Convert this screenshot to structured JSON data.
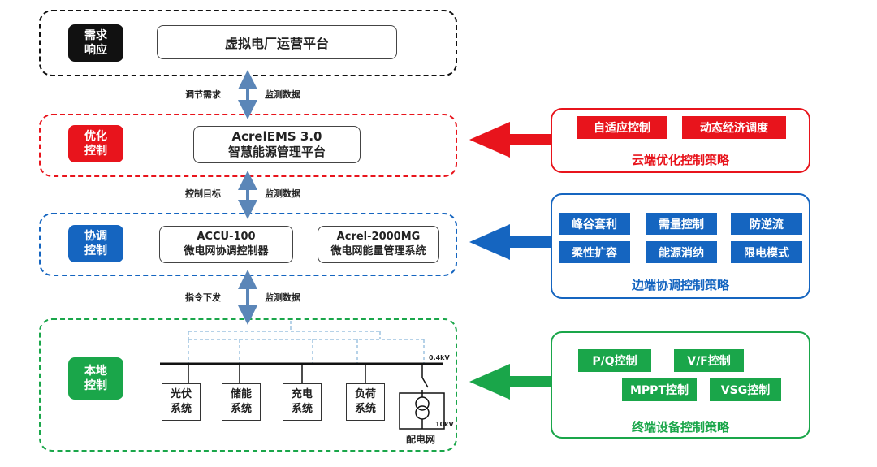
{
  "layers": {
    "demand": {
      "badge": "需求\n响应",
      "box": "虚拟电厂运营平台"
    },
    "optimize": {
      "badge": "优化\n控制",
      "box_line1": "AcrelEMS 3.0",
      "box_line2": "智慧能源管理平台"
    },
    "coordinate": {
      "badge": "协调\n控制",
      "box1_line1": "ACCU-100",
      "box1_line2": "微电网协调控制器",
      "box2_line1": "Acrel-2000MG",
      "box2_line2": "微电网能量管理系统"
    },
    "local": {
      "badge": "本地\n控制",
      "devices": [
        "光伏\n系统",
        "储能\n系统",
        "充电\n系统",
        "负荷\n系统"
      ],
      "voltage_low": "0.4kV",
      "voltage_high": "10kV",
      "grid": "配电网"
    }
  },
  "links": {
    "l1_left": "调节需求",
    "l1_right": "监测数据",
    "l2_left": "控制目标",
    "l2_right": "监测数据",
    "l3_left": "指令下发",
    "l3_right": "监测数据"
  },
  "panels": {
    "cloud": {
      "items": [
        "自适应控制",
        "动态经济调度"
      ],
      "title": "云端优化控制策略"
    },
    "edge": {
      "items": [
        "峰谷套利",
        "需量控制",
        "防逆流",
        "柔性扩容",
        "能源消纳",
        "限电模式"
      ],
      "title": "边端协调控制策略"
    },
    "terminal": {
      "items": [
        "P/Q控制",
        "V/F控制",
        "MPPT控制",
        "VSG控制"
      ],
      "title": "终端设备控制策略"
    }
  },
  "colors": {
    "black": "#111111",
    "red": "#e8141c",
    "blue": "#1565c0",
    "green": "#1aa64a",
    "arrow_gray": "#5b86b8"
  }
}
